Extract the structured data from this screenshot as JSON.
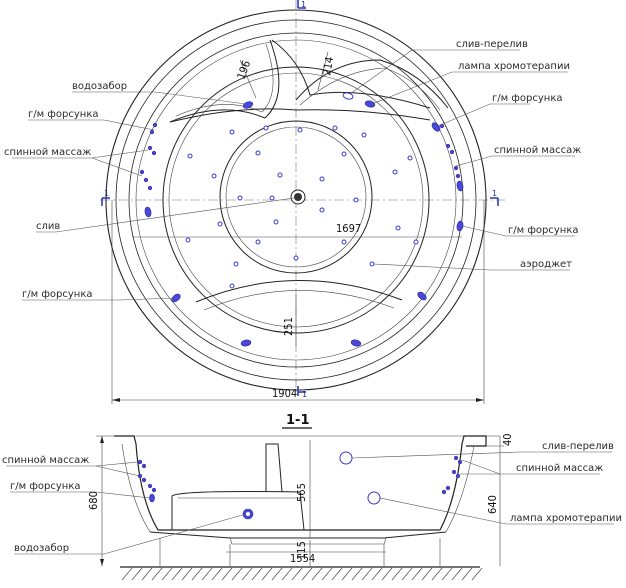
{
  "plan": {
    "labels": {
      "overflow_drain": "слив-перелив",
      "chromotherapy_lamp": "лампа хромотерапии",
      "water_intake": "водозабор",
      "hydro_jet_top_left": "г/м форсунка",
      "hydro_jet_top_right": "г/м форсунка",
      "back_massage_left": "спинной массаж",
      "back_massage_right": "спинной массаж",
      "drain": "слив",
      "hydro_jet_right": "г/м форсунка",
      "aerojet": "аэроджет",
      "hydro_jet_bottom_left": "г/м форсунка"
    },
    "dimensions": {
      "seat_left": "196",
      "seat_right": "214",
      "inner_diameter": "1697",
      "seat_bottom": "251",
      "outer_diameter": "1904"
    },
    "section_marks": {
      "left": "1",
      "right": "1",
      "top": "1",
      "bottom": "1"
    }
  },
  "section": {
    "title": "1-1",
    "labels": {
      "back_massage_left": "спинной массаж",
      "hydro_jet_left": "г/м форсунка",
      "water_intake": "водозабор",
      "overflow_drain": "слив-перелив",
      "back_massage_right": "спинной массаж",
      "chromotherapy_lamp": "лампа хромотерапии"
    },
    "dimensions": {
      "total_height": "680",
      "inner_height": "565",
      "rim": "40",
      "depth_right": "640",
      "bottom_width": "1554",
      "feet": "115"
    }
  },
  "colors": {
    "jet_blue": "#4a48d6",
    "line": "#222222"
  }
}
